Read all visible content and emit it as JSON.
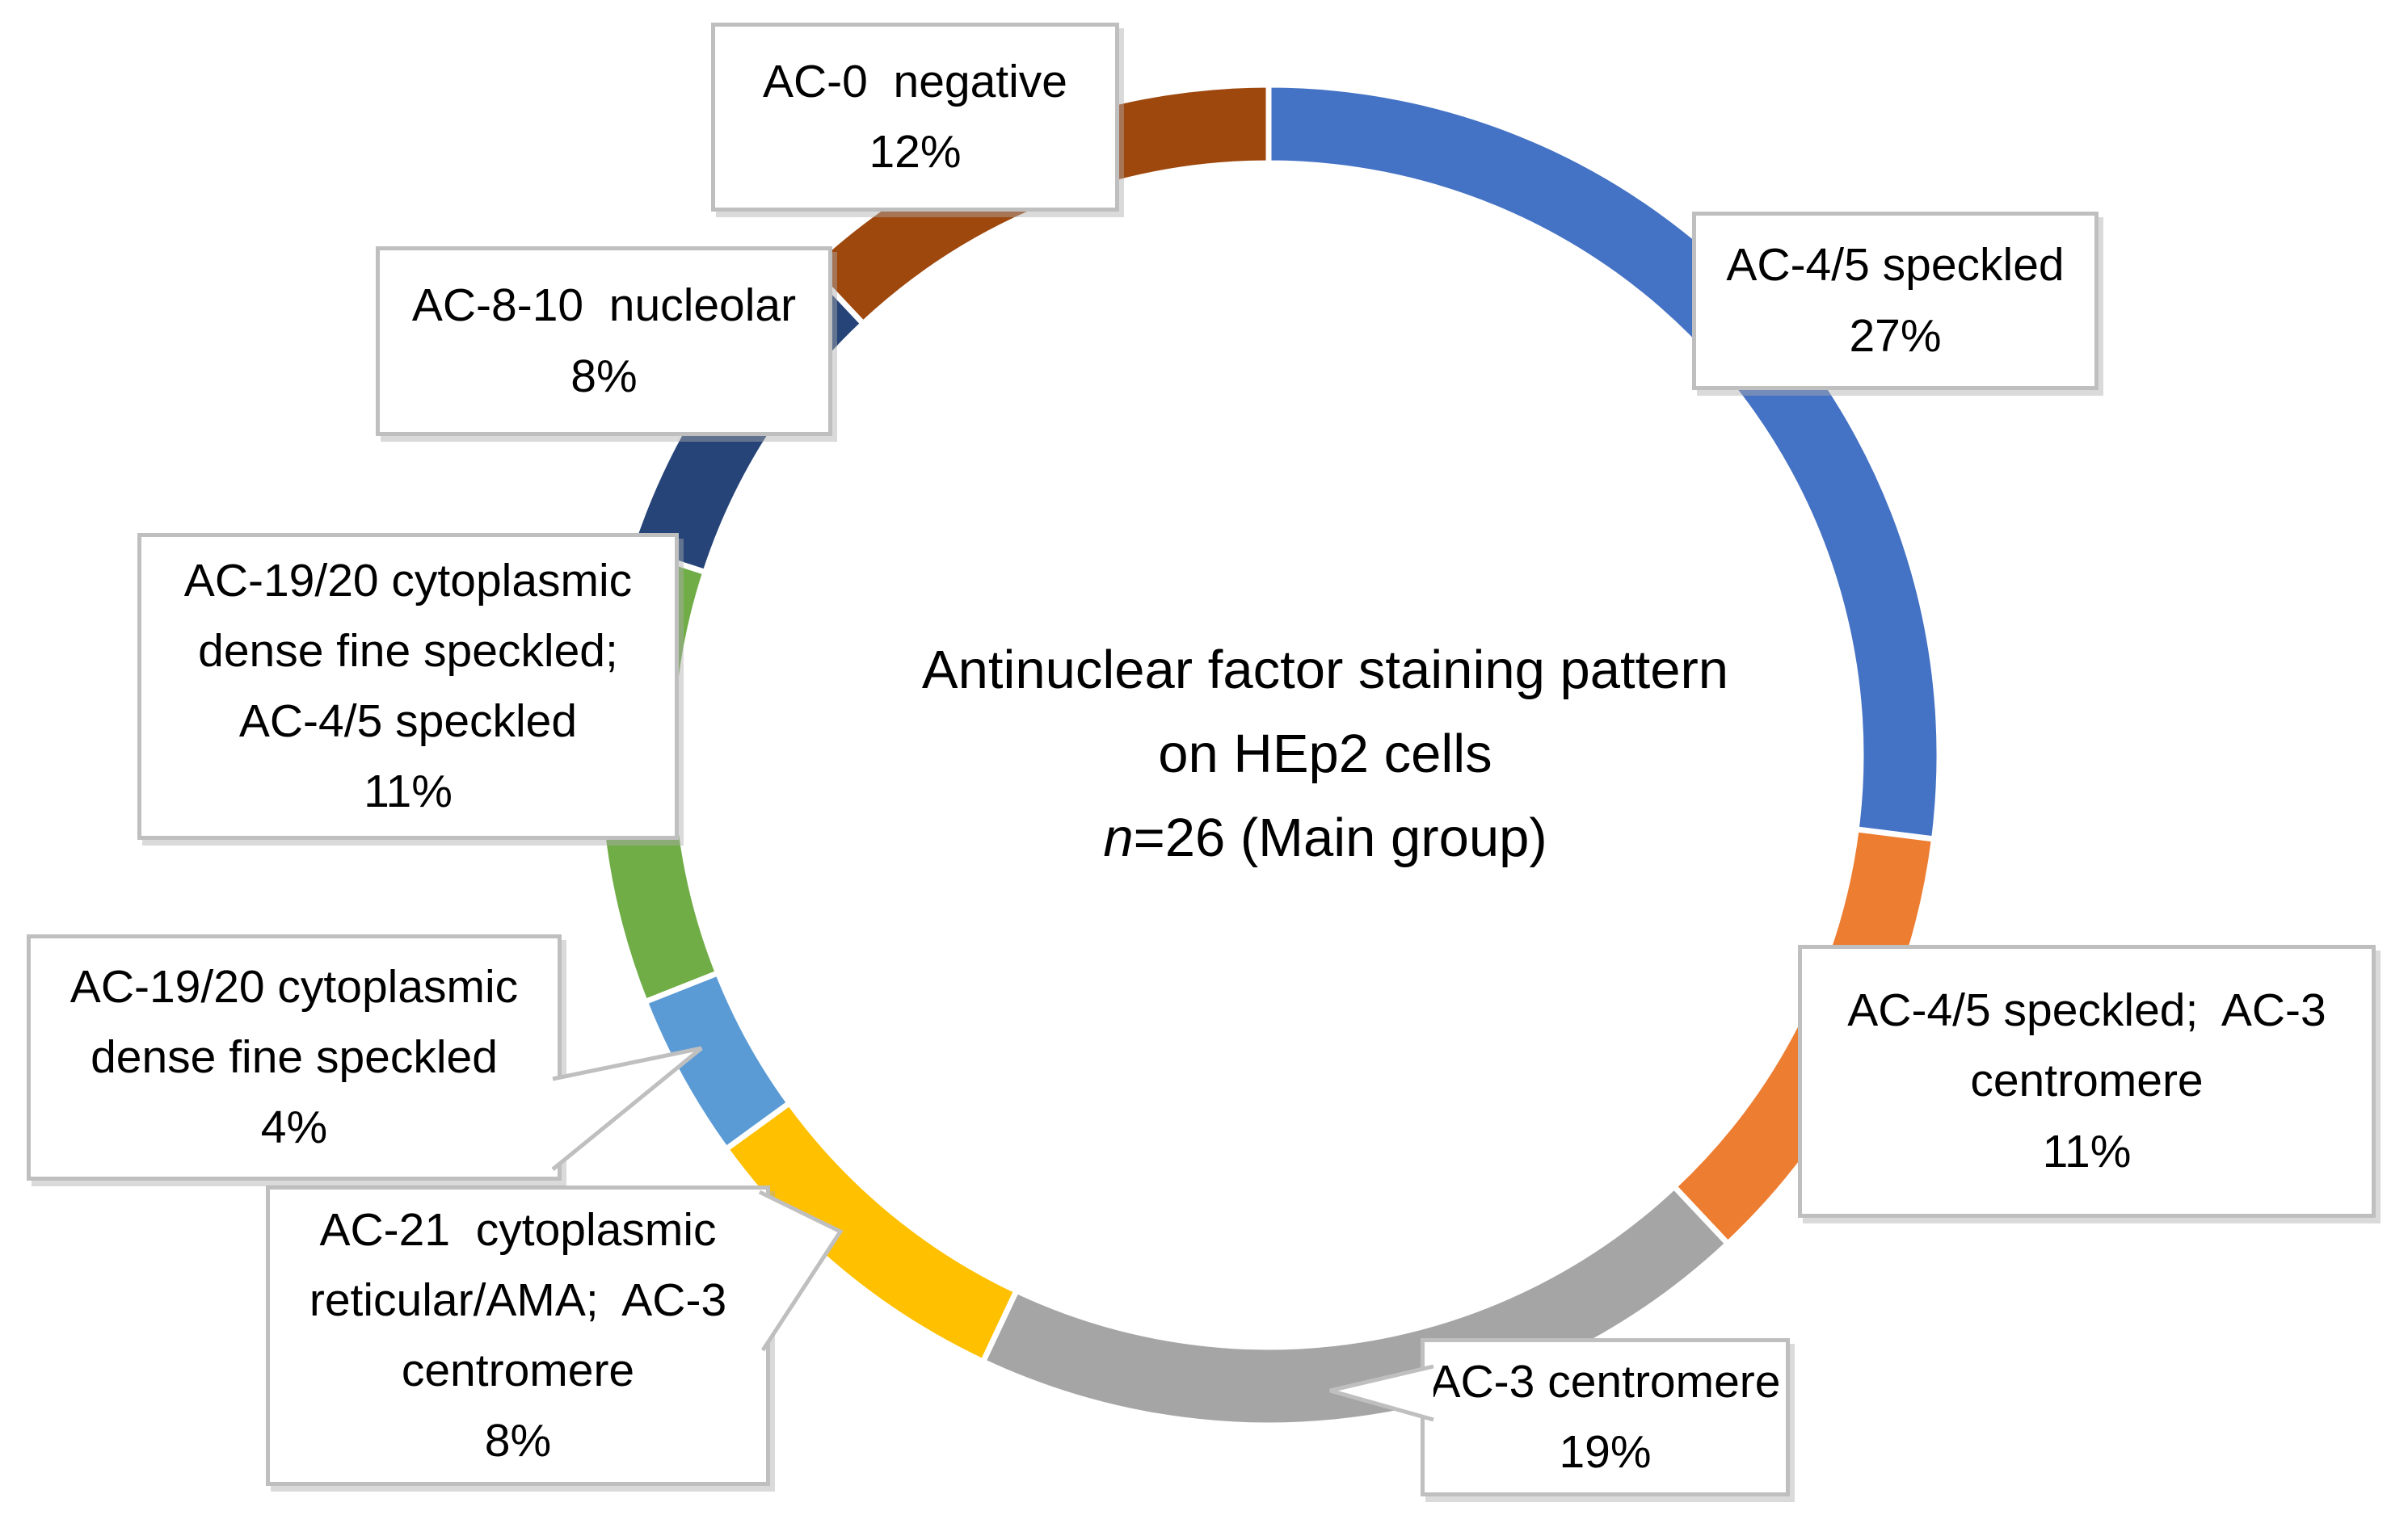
{
  "title": {
    "line1": "Antinuclear factor staining pattern",
    "line2": "on HEp2 cells",
    "line3_italic": "n",
    "line3_rest": "=26 (Main group)"
  },
  "chart_data": {
    "type": "pie",
    "subtype": "donut",
    "title": "Antinuclear factor staining pattern on HEp2 cells",
    "sample_size_note": "n=26 (Main group)",
    "unit": "percent",
    "direction": "clockwise",
    "start_angle_deg": 0,
    "hole_ratio": 0.88,
    "legend_position": "none",
    "slices": [
      {
        "label": "AC-4/5 speckled",
        "value": 27,
        "color": "#4472C4"
      },
      {
        "label": "AC-4/5 speckled; AC-3 centromere",
        "value": 11,
        "color": "#ED7D31"
      },
      {
        "label": "AC-3 centromere",
        "value": 19,
        "color": "#A5A5A5"
      },
      {
        "label": "AC-21 cytoplasmic reticular/AMA; AC-3 centromere",
        "value": 8,
        "color": "#FFC000"
      },
      {
        "label": "AC-19/20 cytoplasmic dense fine speckled",
        "value": 4,
        "color": "#5B9BD5"
      },
      {
        "label": "AC-19/20 cytoplasmic dense fine speckled; AC-4/5 speckled",
        "value": 11,
        "color": "#70AD47"
      },
      {
        "label": "AC-8-10 nucleolar",
        "value": 8,
        "color": "#264478"
      },
      {
        "label": "AC-0 negative",
        "value": 12,
        "color": "#9E480E"
      }
    ]
  },
  "callouts": [
    {
      "name": "ac-0-negative",
      "text": "AC-0  negative\n12%"
    },
    {
      "name": "ac-8-10-nucleolar",
      "text": "AC-8-10  nucleolar\n8%"
    },
    {
      "name": "ac-4-5-speckled",
      "text": "AC-4/5 speckled\n27%"
    },
    {
      "name": "ac-4-5-speckled-ac-3-centromere",
      "text": "AC-4/5 speckled;  AC-3\ncentromere\n11%"
    },
    {
      "name": "ac-3-centromere",
      "text": "AC-3 centromere\n19%"
    },
    {
      "name": "ac-21-cytoplasmic-reticular",
      "text": "AC-21  cytoplasmic\nreticular/AMA;  AC-3\ncentromere\n8%"
    },
    {
      "name": "ac-19-20-dense-fine-speckled",
      "text": "AC-19/20 cytoplasmic\ndense fine speckled\n4%"
    },
    {
      "name": "ac-19-20-dfs-ac-4-5-speckled",
      "text": "AC-19/20 cytoplasmic\ndense fine speckled;\nAC-4/5 speckled\n11%"
    }
  ],
  "colors": {
    "box_border": "#BFBFBF",
    "slice_gap": "#FFFFFF",
    "text": "#000000"
  }
}
